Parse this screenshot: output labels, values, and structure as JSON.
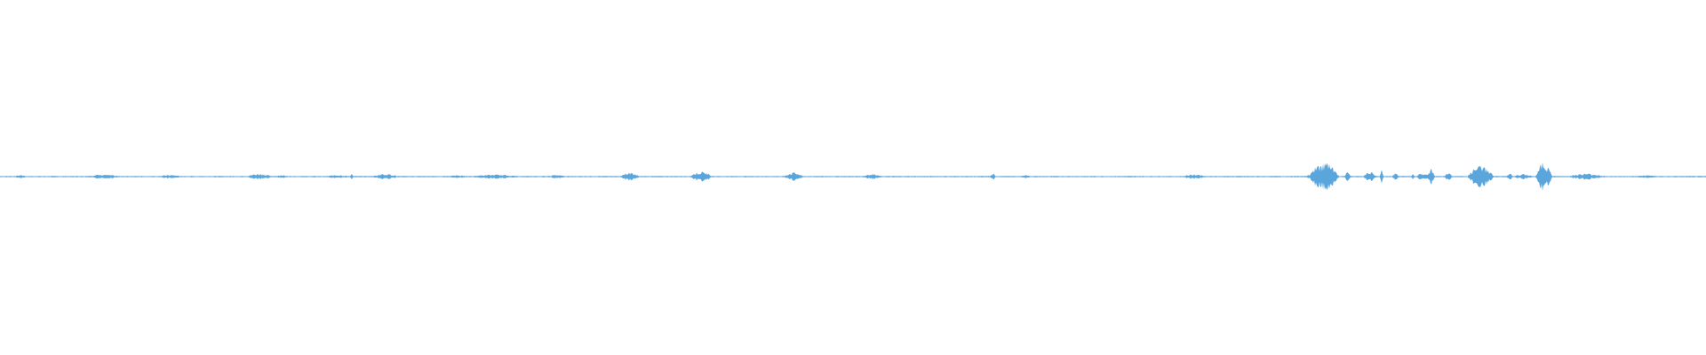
{
  "waveform": {
    "color": "#5aa5dc",
    "background": "#ffffff",
    "baseline_amplitude": 0.004,
    "bursts": [
      {
        "t": 0.012,
        "w": 0.004,
        "a": 0.01
      },
      {
        "t": 0.06,
        "w": 0.012,
        "a": 0.012
      },
      {
        "t": 0.1,
        "w": 0.008,
        "a": 0.01
      },
      {
        "t": 0.152,
        "w": 0.008,
        "a": 0.018
      },
      {
        "t": 0.165,
        "w": 0.004,
        "a": 0.01
      },
      {
        "t": 0.198,
        "w": 0.008,
        "a": 0.01
      },
      {
        "t": 0.206,
        "w": 0.001,
        "a": 0.02
      },
      {
        "t": 0.226,
        "w": 0.008,
        "a": 0.018
      },
      {
        "t": 0.268,
        "w": 0.006,
        "a": 0.01
      },
      {
        "t": 0.29,
        "w": 0.016,
        "a": 0.012
      },
      {
        "t": 0.326,
        "w": 0.006,
        "a": 0.01
      },
      {
        "t": 0.369,
        "w": 0.006,
        "a": 0.025
      },
      {
        "t": 0.411,
        "w": 0.007,
        "a": 0.03
      },
      {
        "t": 0.465,
        "w": 0.006,
        "a": 0.025
      },
      {
        "t": 0.511,
        "w": 0.006,
        "a": 0.018
      },
      {
        "t": 0.582,
        "w": 0.002,
        "a": 0.018
      },
      {
        "t": 0.601,
        "w": 0.003,
        "a": 0.01
      },
      {
        "t": 0.7,
        "w": 0.007,
        "a": 0.014
      },
      {
        "t": 0.768,
        "w": 0.003,
        "a": 0.012
      },
      {
        "t": 0.776,
        "w": 0.009,
        "a": 0.085
      },
      {
        "t": 0.79,
        "w": 0.002,
        "a": 0.025
      },
      {
        "t": 0.803,
        "w": 0.004,
        "a": 0.03
      },
      {
        "t": 0.81,
        "w": 0.001,
        "a": 0.055
      },
      {
        "t": 0.818,
        "w": 0.002,
        "a": 0.02
      },
      {
        "t": 0.828,
        "w": 0.001,
        "a": 0.018
      },
      {
        "t": 0.834,
        "w": 0.004,
        "a": 0.025
      },
      {
        "t": 0.839,
        "w": 0.002,
        "a": 0.05
      },
      {
        "t": 0.849,
        "w": 0.002,
        "a": 0.03
      },
      {
        "t": 0.868,
        "w": 0.008,
        "a": 0.065
      },
      {
        "t": 0.885,
        "w": 0.002,
        "a": 0.018
      },
      {
        "t": 0.893,
        "w": 0.006,
        "a": 0.015
      },
      {
        "t": 0.905,
        "w": 0.005,
        "a": 0.085
      },
      {
        "t": 0.93,
        "w": 0.012,
        "a": 0.018
      },
      {
        "t": 0.965,
        "w": 0.008,
        "a": 0.008
      }
    ]
  }
}
